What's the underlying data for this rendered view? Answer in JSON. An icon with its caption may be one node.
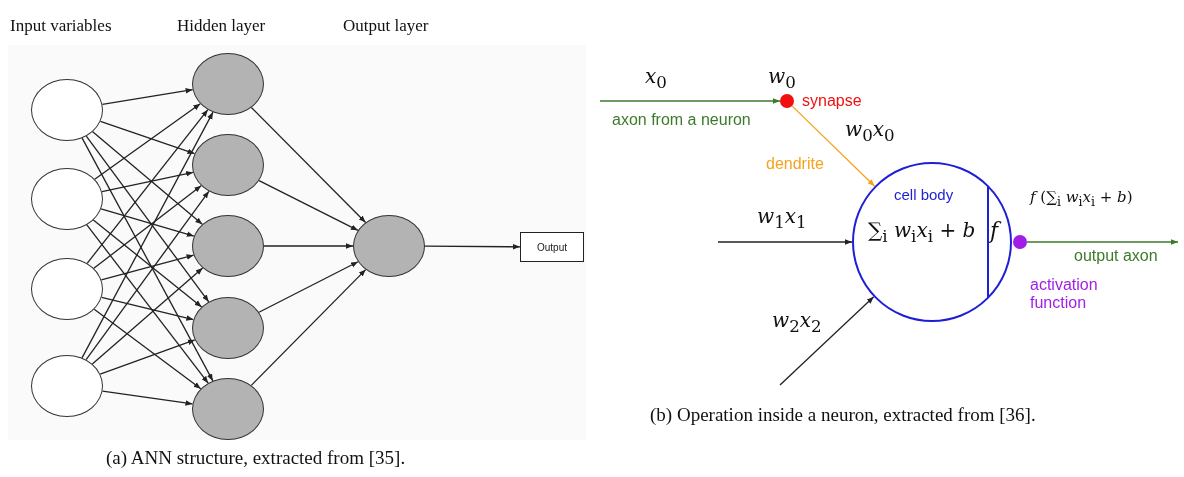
{
  "diagram": {
    "nodes": [
      {
        "text": [],
        "shape": "circle"
      },
      {
        "text": [],
        "shape": "circle"
      },
      {
        "text": [],
        "shape": "circle"
      },
      {
        "text": [],
        "shape": "circle"
      },
      {
        "text": [],
        "shape": "circle"
      },
      {
        "text": [],
        "shape": "circle"
      },
      {
        "text": [],
        "shape": "circle"
      },
      {
        "text": [],
        "shape": "circle"
      },
      {
        "text": [],
        "shape": "circle"
      },
      {
        "text": [],
        "shape": "circle"
      },
      {
        "text": [
          "Output"
        ]
      },
      {
        "text": [],
        "shape": "circle",
        "beside": [
          "*w*$_{0}$",
          "synapse"
        ]
      },
      {
        "text": [
          "cell body",
          "∑$_{i}$ *w*$_{i}$*x*$_{i}$ + *b*",
          "*f*"
        ]
      },
      {
        "text": [],
        "shape": "circle",
        "beside": [
          "activation function"
        ]
      }
    ],
    "edges": [
      {
        "from": 0,
        "to": 4,
        "arrow": "to"
      },
      {
        "from": 0,
        "to": 5,
        "arrow": "to"
      },
      {
        "from": 0,
        "to": 6,
        "arrow": "to"
      },
      {
        "from": 0,
        "to": 7,
        "arrow": "to"
      },
      {
        "from": 0,
        "to": 8,
        "arrow": "to"
      },
      {
        "from": 1,
        "to": 4,
        "arrow": "to"
      },
      {
        "from": 1,
        "to": 5,
        "arrow": "to"
      },
      {
        "from": 1,
        "to": 6,
        "arrow": "to"
      },
      {
        "from": 1,
        "to": 7,
        "arrow": "to"
      },
      {
        "from": 1,
        "to": 8,
        "arrow": "to"
      },
      {
        "from": 2,
        "to": 4,
        "arrow": "to"
      },
      {
        "from": 2,
        "to": 5,
        "arrow": "to"
      },
      {
        "from": 2,
        "to": 6,
        "arrow": "to"
      },
      {
        "from": 2,
        "to": 7,
        "arrow": "to"
      },
      {
        "from": 2,
        "to": 8,
        "arrow": "to"
      },
      {
        "from": 3,
        "to": 4,
        "arrow": "to"
      },
      {
        "from": 3,
        "to": 5,
        "arrow": "to"
      },
      {
        "from": 3,
        "to": 6,
        "arrow": "to"
      },
      {
        "from": 3,
        "to": 7,
        "arrow": "to"
      },
      {
        "from": 3,
        "to": 8,
        "arrow": "to"
      },
      {
        "from": 4,
        "to": 9,
        "arrow": "to"
      },
      {
        "from": 5,
        "to": 9,
        "arrow": "to"
      },
      {
        "from": 6,
        "to": 9,
        "arrow": "to"
      },
      {
        "from": 7,
        "to": 9,
        "arrow": "to"
      },
      {
        "from": 8,
        "to": 9,
        "arrow": "to"
      },
      {
        "from": 9,
        "to": 10,
        "arrow": "to"
      },
      {
        "from": null,
        "to": 11,
        "arrow": "to",
        "label": "*x*$_{0}$",
        "color": "#3c7a2a"
      },
      {
        "from": 11,
        "to": 12,
        "arrow": "to",
        "label": "*w*$_{0}$*x*$_{0}$",
        "color": "#f5a21c"
      },
      {
        "from": null,
        "to": 12,
        "arrow": "to",
        "label": "*w*$_{1}$*x*$_{1}$"
      },
      {
        "from": null,
        "to": 12,
        "arrow": "to",
        "label": "*w*$_{2}$*x*$_{2}$"
      },
      {
        "from": 13,
        "to": null,
        "arrow": "to",
        "label": "*f* (∑$_{i}$ *w*$_{i}$*x*$_{i}$ + *b*)",
        "color": "#3c7a2a"
      }
    ],
    "labels": [
      "Input variables",
      "Hidden layer",
      "Output layer",
      "axon from a neuron",
      "dendrite",
      "output axon",
      "(b) Operation inside a neuron, extracted from [36].",
      "(a) ANN structure, extracted from [35]."
    ]
  }
}
